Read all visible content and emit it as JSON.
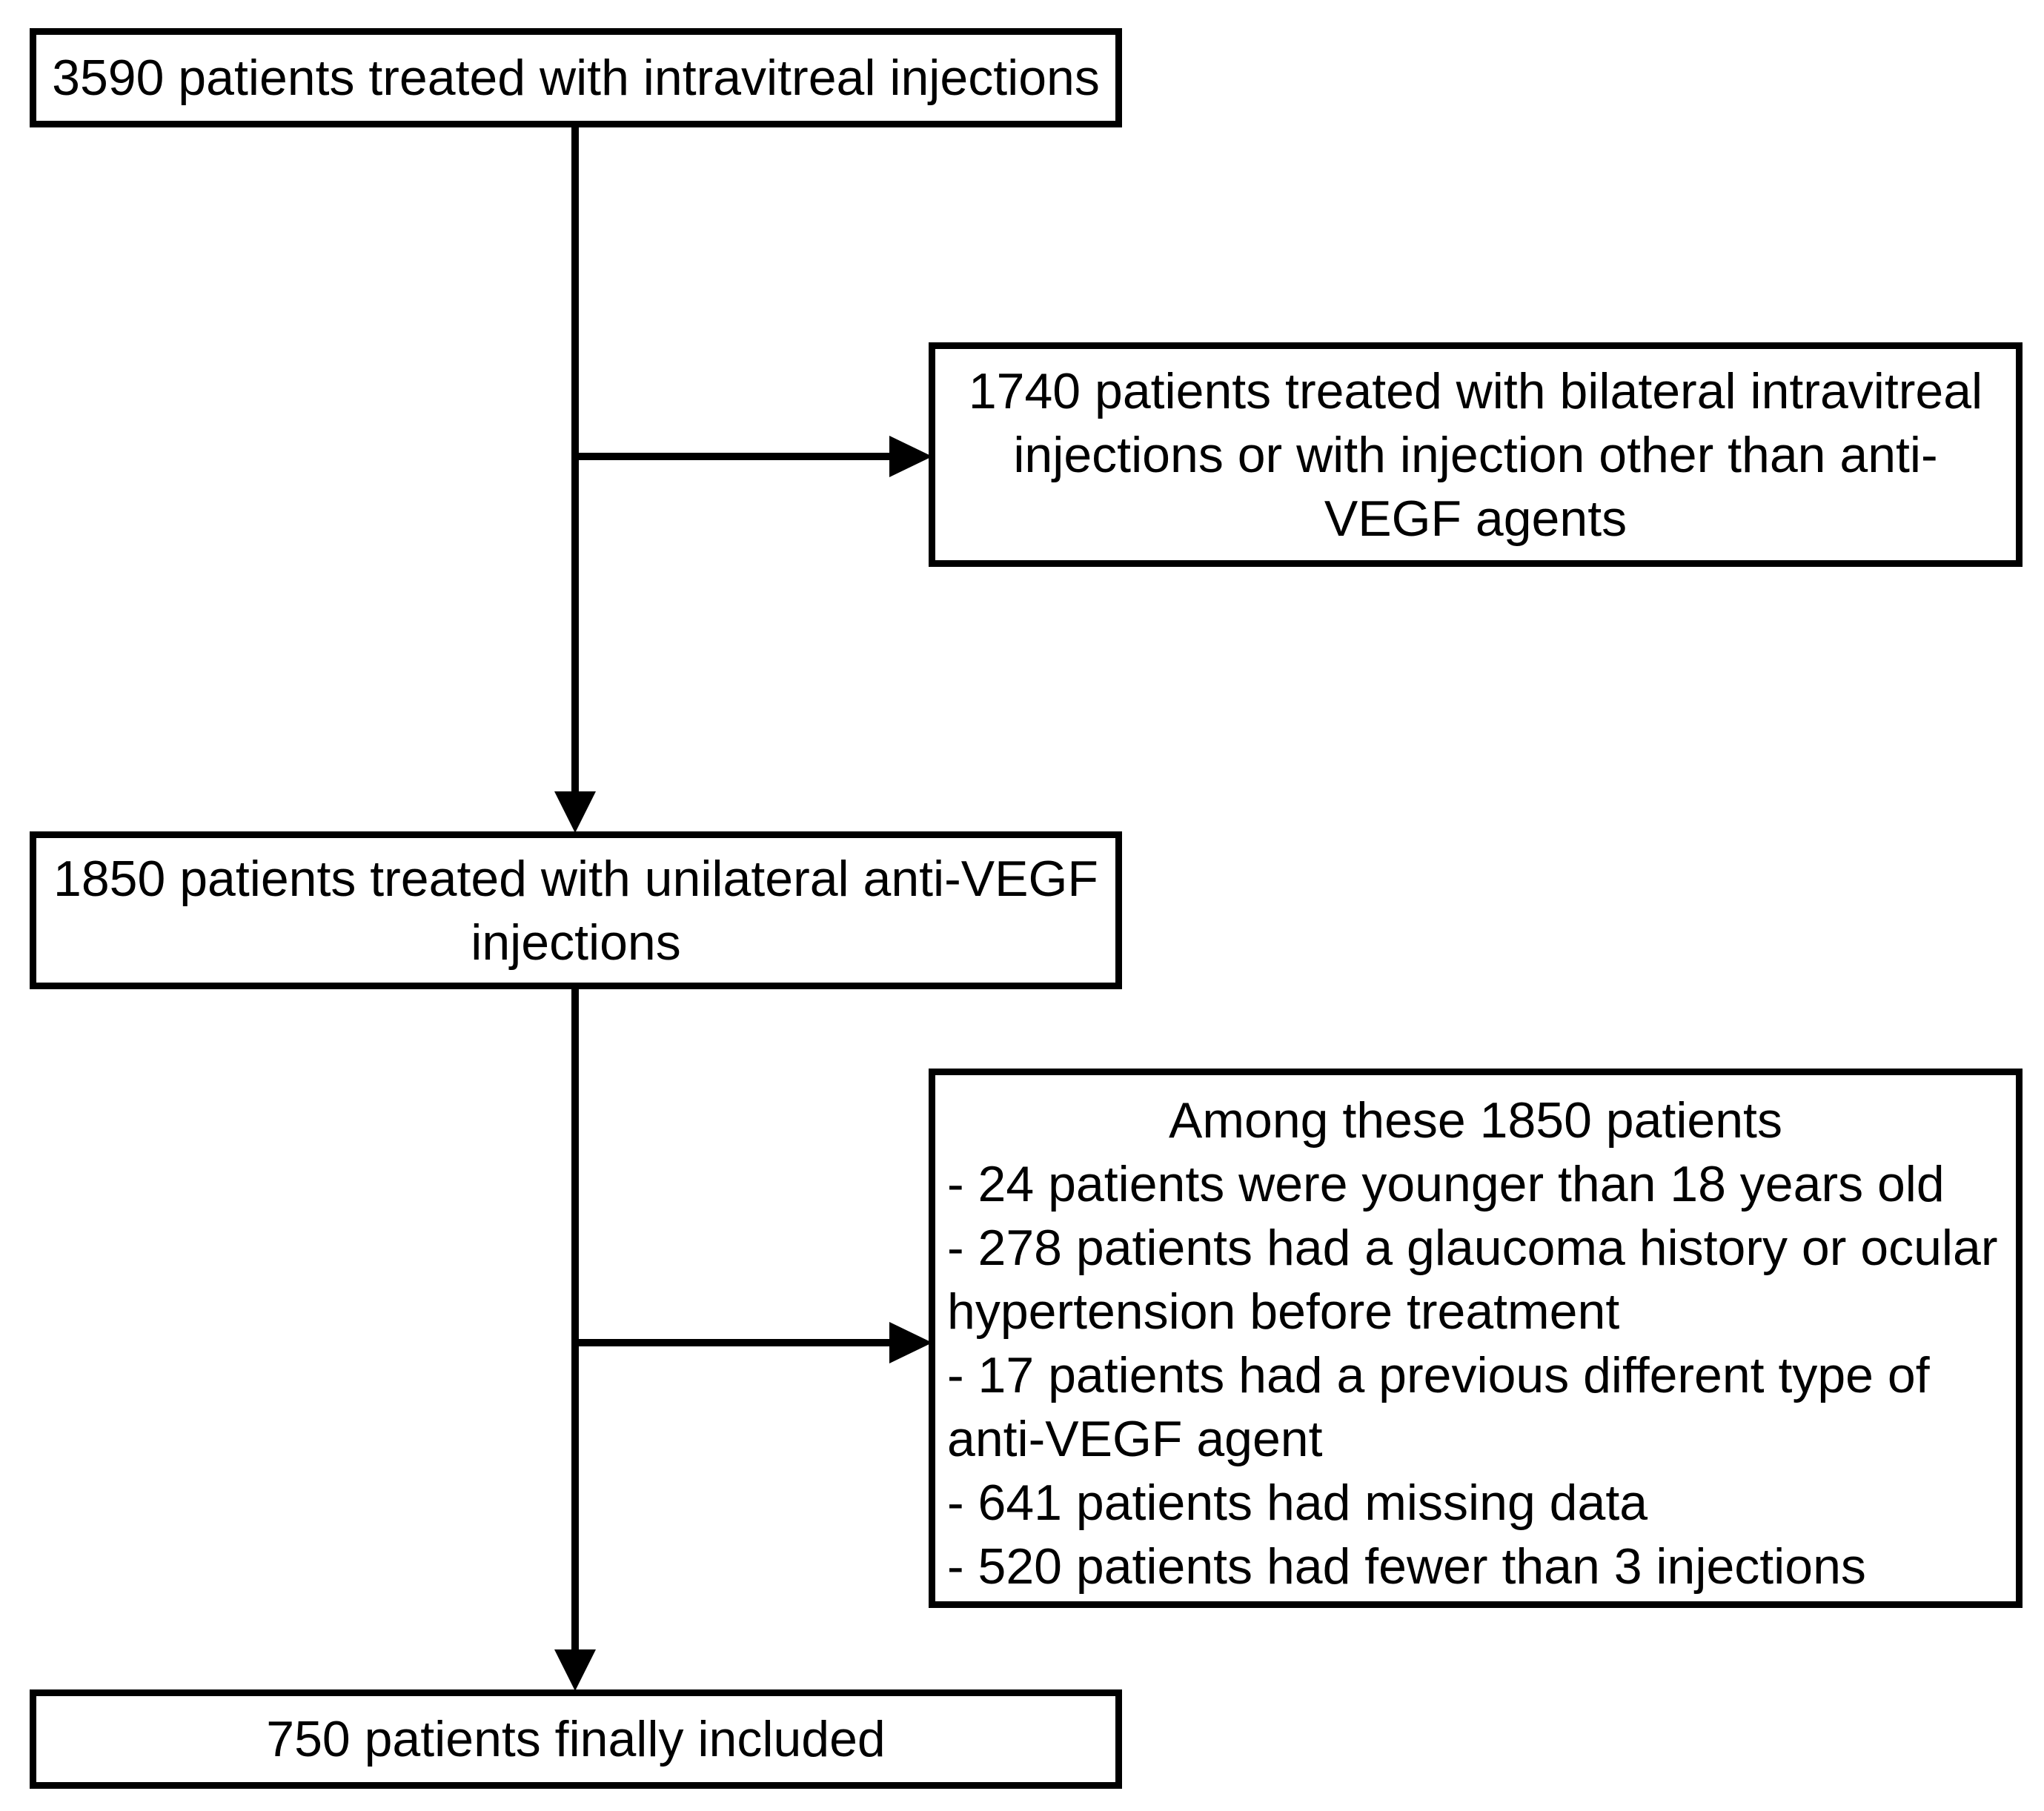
{
  "flowchart": {
    "start_box": {
      "text": "3590 patients treated with intravitreal injections"
    },
    "exclusion_1": {
      "text": "1740 patients treated with bilateral intravitreal injections or with injection other than anti-VEGF agents"
    },
    "middle_box": {
      "text": "1850 patients treated with unilateral anti-VEGF injections"
    },
    "exclusion_2": {
      "heading": "Among these 1850 patients",
      "items": [
        "- 24 patients were younger than 18 years old",
        "- 278 patients had a glaucoma history or ocular hypertension before treatment",
        "- 17 patients had a previous different type of anti-VEGF agent",
        "- 641 patients had missing data",
        "- 520 patients had fewer than 3 injections"
      ]
    },
    "end_box": {
      "text": "750 patients finally included"
    }
  },
  "colors": {
    "stroke": "#000000",
    "background": "#ffffff"
  }
}
